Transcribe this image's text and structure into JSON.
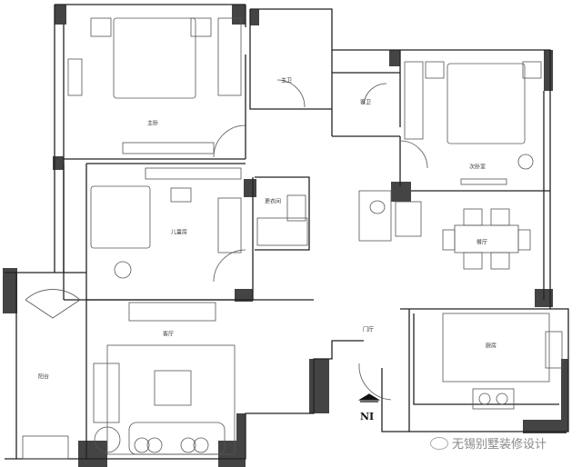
{
  "plan": {
    "rooms": {
      "master_bedroom": "主卧",
      "master_bath": "主卫",
      "guest_bath": "客卫",
      "second_bedroom": "次卧室",
      "dressing_room": "更衣间",
      "kids_room": "儿童房",
      "dining": "餐厅",
      "foyer": "门厅",
      "living": "客厅",
      "kitchen": "厨房",
      "balcony": "阳台"
    },
    "entrance_label": "NI",
    "wall_color": "#444444"
  },
  "watermark": {
    "text": "无锡别墅装修设计"
  }
}
